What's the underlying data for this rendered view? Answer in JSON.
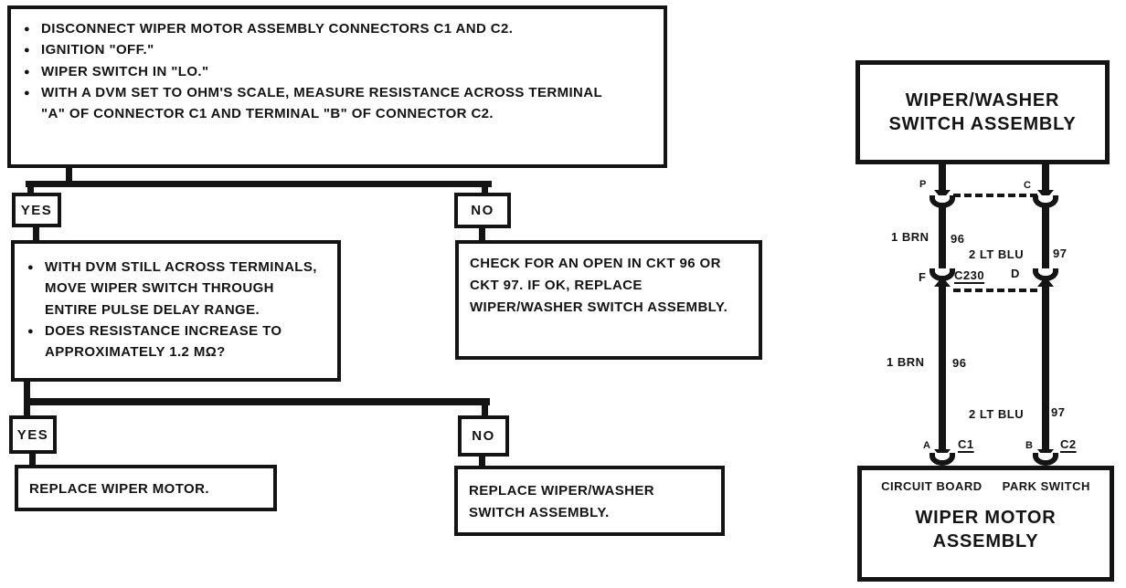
{
  "ui": {
    "bullet": "●"
  },
  "colors": {
    "ink": "#141414",
    "paper": "#ffffff"
  },
  "flowchart": {
    "step1_bullets": [
      "DISCONNECT WIPER MOTOR ASSEMBLY CONNECTORS C1 AND C2.",
      "IGNITION \"OFF.\"",
      "WIPER SWITCH IN \"LO.\"",
      "WITH A DVM SET TO OHM'S SCALE, MEASURE RESISTANCE ACROSS TERMINAL \"A\" OF CONNECTOR C1 AND TERMINAL \"B\" OF CONNECTOR C2."
    ],
    "branch1_yes": "YES",
    "branch1_no": "NO",
    "step2_bullets": [
      "WITH DVM STILL ACROSS TERMINALS, MOVE WIPER SWITCH THROUGH ENTIRE PULSE DELAY RANGE.",
      "DOES RESISTANCE INCREASE TO APPROXIMATELY 1.2 MΩ?"
    ],
    "no_branch_action": "CHECK FOR AN OPEN IN CKT 96 OR CKT 97. IF OK, REPLACE WIPER/WASHER SWITCH ASSEMBLY.",
    "branch2_yes": "YES",
    "branch2_no": "NO",
    "result_yes": "REPLACE WIPER MOTOR.",
    "result_no": "REPLACE WIPER/WASHER SWITCH ASSEMBLY."
  },
  "wiring": {
    "switch_box_label": "WIPER/WASHER SWITCH ASSEMBLY",
    "motor_box_label": "WIPER MOTOR ASSEMBLY",
    "motor_sub_left": "CIRCUIT BOARD",
    "motor_sub_right": "PARK SWITCH",
    "connector_label_c230": "C230",
    "terminals": {
      "switch_left": "P",
      "switch_right": "C",
      "c230_left": "F",
      "c230_right": "D",
      "motor_left": "A",
      "motor_left_connector": "C1",
      "motor_right": "B",
      "motor_right_connector": "C2"
    },
    "wires": {
      "left_upper_label": "1 BRN",
      "left_upper_circuit": "96",
      "right_upper_label": "2 LT BLU",
      "right_upper_circuit": "97",
      "left_lower_label": "1 BRN",
      "left_lower_circuit": "96",
      "right_lower_label": "2 LT BLU",
      "right_lower_circuit": "97"
    }
  }
}
